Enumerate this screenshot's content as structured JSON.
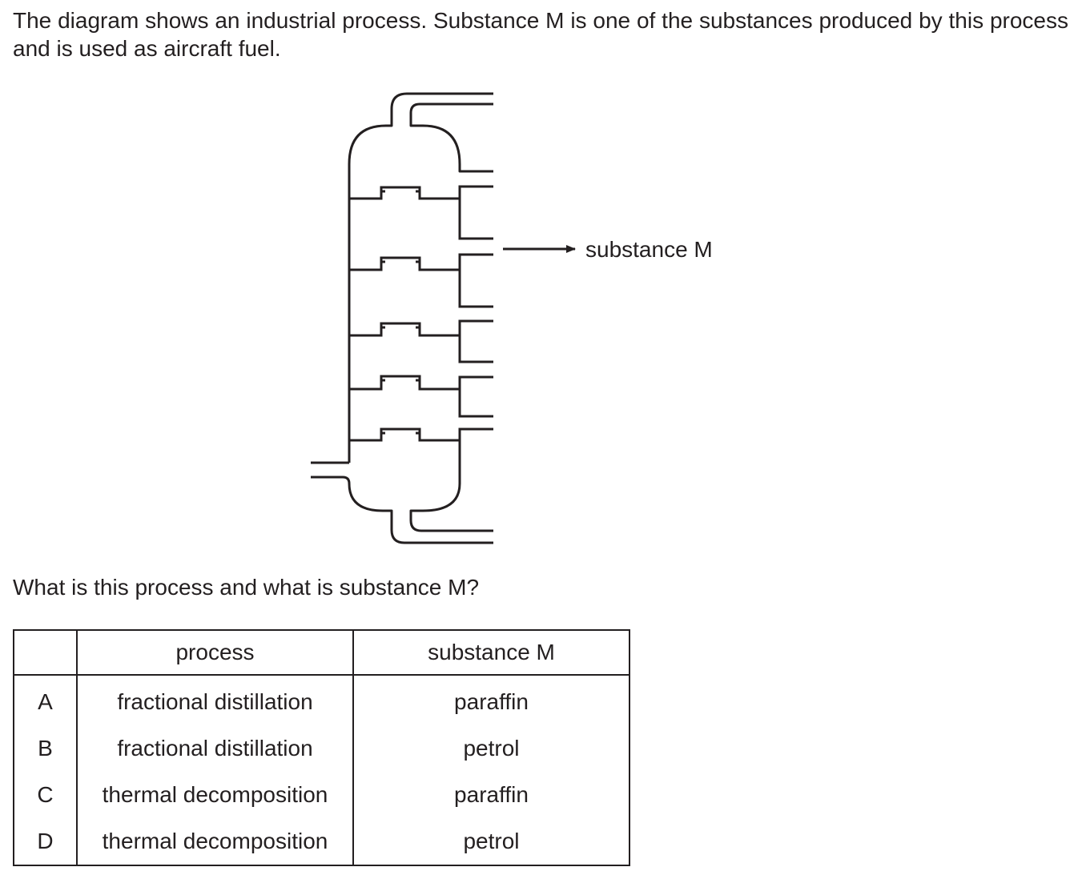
{
  "intro_text": "The diagram shows an industrial process. Substance M is one of the substances produced by this process and is used as aircraft fuel.",
  "diagram": {
    "label": "substance M",
    "colors": {
      "line": "#231f20",
      "background": "#ffffff"
    }
  },
  "question_text": "What is this process and what is substance M?",
  "table": {
    "headers": [
      "",
      "process",
      "substance M"
    ],
    "rows": [
      {
        "letter": "A",
        "process": "fractional distillation",
        "substance": "paraffin"
      },
      {
        "letter": "B",
        "process": "fractional distillation",
        "substance": "petrol"
      },
      {
        "letter": "C",
        "process": "thermal decomposition",
        "substance": "paraffin"
      },
      {
        "letter": "D",
        "process": "thermal decomposition",
        "substance": "petrol"
      }
    ]
  }
}
